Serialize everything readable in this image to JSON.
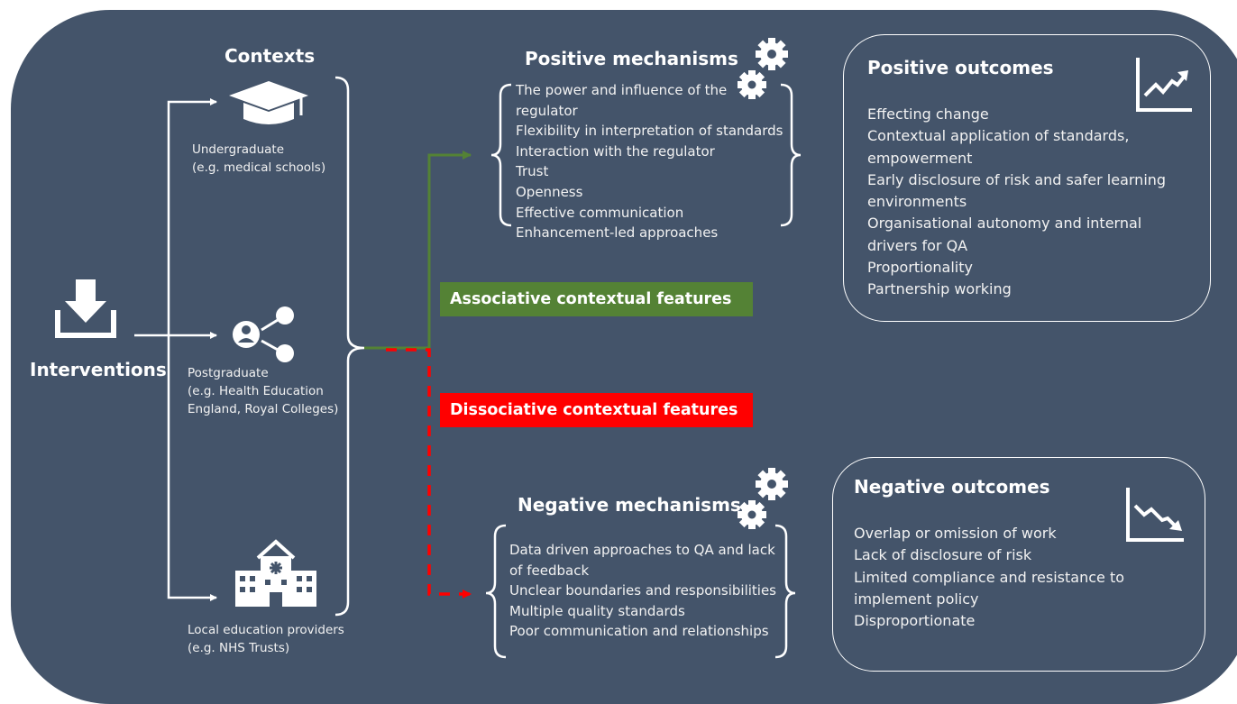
{
  "interventions": {
    "label": "Interventions",
    "icon": "download-icon"
  },
  "contexts": {
    "heading": "Contexts",
    "items": [
      {
        "icon": "graduation-cap-icon",
        "lines": [
          "Undergraduate",
          "(e.g. medical schools)"
        ]
      },
      {
        "icon": "people-network-icon",
        "lines": [
          "Postgraduate",
          "(e.g. Health Education",
          "England, Royal Colleges)"
        ]
      },
      {
        "icon": "hospital-icon",
        "lines": [
          "Local education providers",
          "(e.g. NHS Trusts)"
        ]
      }
    ]
  },
  "associative": {
    "label": "Associative contextual features",
    "color": "#548235"
  },
  "dissociative": {
    "label": "Dissociative contextual features",
    "color": "#ff0000"
  },
  "positive_mechanisms": {
    "heading": "Positive mechanisms",
    "icon": "gears-icon",
    "lines": [
      "The power and influence of the",
      "regulator",
      "Flexibility in interpretation of standards",
      "Interaction with the regulator",
      "Trust",
      "Openness",
      "Effective communication",
      "Enhancement-led approaches"
    ]
  },
  "negative_mechanisms": {
    "heading": "Negative mechanisms",
    "icon": "gears-icon",
    "lines": [
      "Data driven approaches to QA and lack",
      "of feedback",
      "Unclear boundaries and responsibilities",
      "Multiple quality standards",
      "Poor communication and relationships"
    ]
  },
  "positive_outcomes": {
    "heading": "Positive outcomes",
    "icon": "trend-up-chart-icon",
    "lines": [
      "Effecting change",
      "Contextual application of standards,",
      "empowerment",
      "Early disclosure of risk and safer learning",
      "environments",
      "Organisational autonomy and internal",
      "drivers for QA",
      "Proportionality",
      "Partnership working"
    ]
  },
  "negative_outcomes": {
    "heading": "Negative outcomes",
    "icon": "trend-down-chart-icon",
    "lines": [
      "Overlap or omission of work",
      "Lack of disclosure of risk",
      "Limited compliance and resistance to",
      "implement policy",
      "Disproportionate"
    ]
  },
  "colors": {
    "panel": "#44546a",
    "text": "#ffffff",
    "green": "#548235",
    "red": "#ff0000"
  }
}
